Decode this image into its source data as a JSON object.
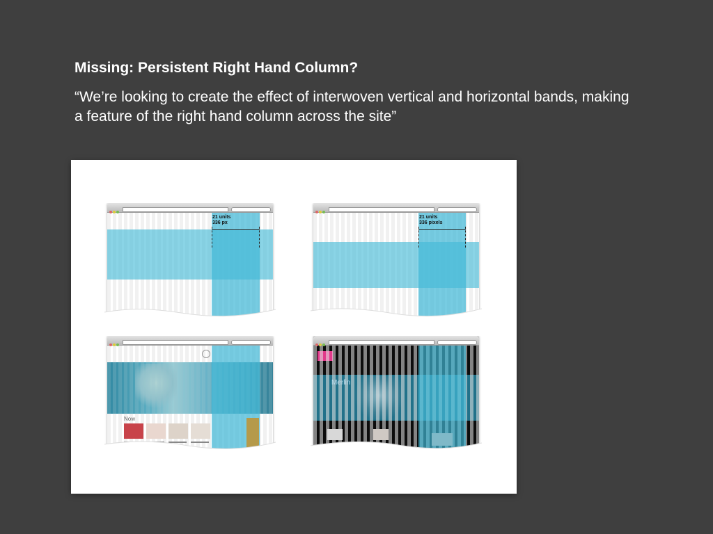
{
  "slide": {
    "title": "Missing: Persistent Right Hand Column?",
    "quote": "“We’re looking to create the effect of interwoven vertical and horizontal bands, making a feature of the right hand column across the site”"
  },
  "mockups": [
    {
      "dimension_units": "21 units",
      "dimension_size": "336 px"
    },
    {
      "dimension_units": "21 units",
      "dimension_size": "336 pixels"
    },
    {
      "section_label": "Now"
    },
    {
      "section_label": "Merlin"
    }
  ],
  "colors": {
    "background": "#3f3f3f",
    "panel": "#ffffff",
    "band": "#42b9d7",
    "text": "#ffffff"
  }
}
